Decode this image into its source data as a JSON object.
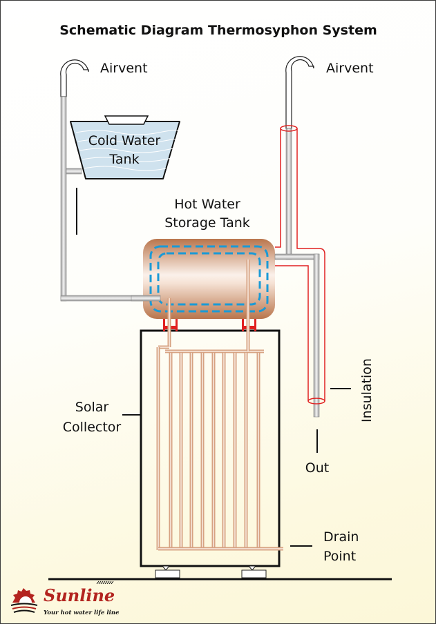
{
  "title": "Schematic Diagram Thermosyphon System",
  "labels": {
    "airvent_left": "Airvent",
    "airvent_right": "Airvent",
    "cold_water_tank": [
      "Cold Water",
      "Tank"
    ],
    "hot_water_storage_tank": [
      "Hot Water",
      "Storage Tank"
    ],
    "solar_collector": [
      "Solar",
      "Collector"
    ],
    "insulation": "Insulation",
    "out": "Out",
    "drain_point": [
      "Drain",
      "Point"
    ]
  },
  "brand": {
    "name": "Sunline",
    "tagline": "Your hot water life line",
    "color": "#b3241f"
  },
  "colors": {
    "pipe": "#a9a9a9",
    "insulation": "#e02020",
    "tank_copper": "#c98a63",
    "heat_exchanger": "#1a9ad6",
    "cold_water": "#cfe2ee",
    "collector_tube": "#d6a282"
  }
}
